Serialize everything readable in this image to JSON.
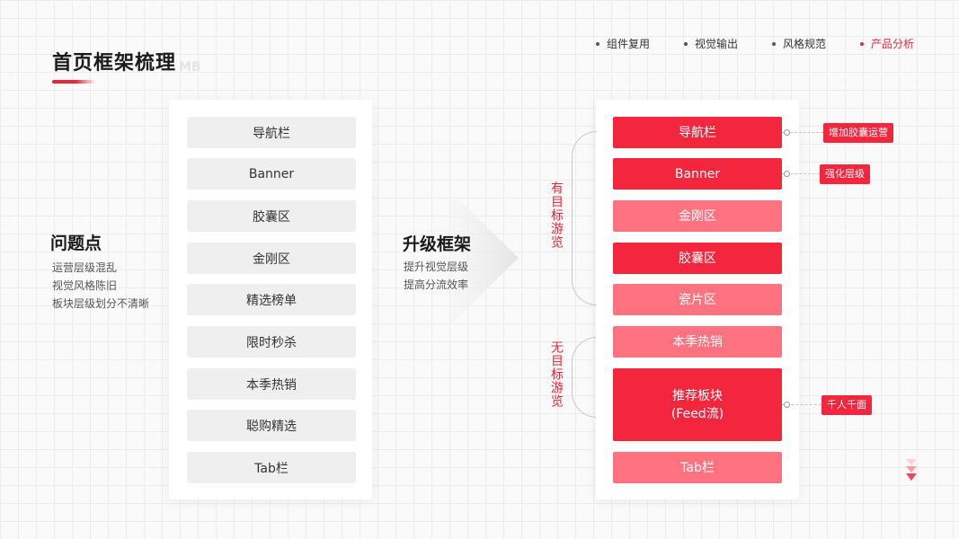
{
  "header": {
    "title": "首页框架梳理",
    "watermark": "MB",
    "accent_color": "#e8263a"
  },
  "nav": {
    "items": [
      {
        "label": "组件复用",
        "active": false
      },
      {
        "label": "视觉输出",
        "active": false
      },
      {
        "label": "风格规范",
        "active": false
      },
      {
        "label": "产品分析",
        "active": true
      }
    ]
  },
  "problem": {
    "title": "问题点",
    "lines": [
      "运营层级混乱",
      "视觉风格陈旧",
      "板块层级划分不清晰"
    ]
  },
  "old_framework": {
    "blocks": [
      "导航栏",
      "Banner",
      "胶囊区",
      "金刚区",
      "精选榜单",
      "限时秒杀",
      "本季热销",
      "聪购精选",
      "Tab栏"
    ]
  },
  "upgrade": {
    "title": "升级框架",
    "lines": [
      "提升视觉层级",
      "提高分流效率"
    ]
  },
  "new_framework": {
    "target_label": "有目标游览",
    "free_label": "无目标游览",
    "blocks": [
      {
        "label": "导航栏",
        "style": "strong"
      },
      {
        "label": "Banner",
        "style": "strong"
      },
      {
        "label": "金刚区",
        "style": "light"
      },
      {
        "label": "胶囊区",
        "style": "strong"
      },
      {
        "label": "瓷片区",
        "style": "light"
      },
      {
        "label": "本季热销",
        "style": "light"
      },
      {
        "label": "推荐板块",
        "label2": "(Feed流)",
        "style": "strong"
      },
      {
        "label": "Tab栏",
        "style": "light"
      }
    ],
    "colors": {
      "strong": "#f4263d",
      "light": "#ff7380"
    }
  },
  "annotations": [
    {
      "block": "导航栏",
      "text": "增加胶囊运营"
    },
    {
      "block": "Banner",
      "text": "强化层级"
    },
    {
      "block": "推荐板块",
      "text": "千人千面"
    }
  ],
  "scroll_hint": {
    "icon": "triple-chevron-down-icon"
  }
}
